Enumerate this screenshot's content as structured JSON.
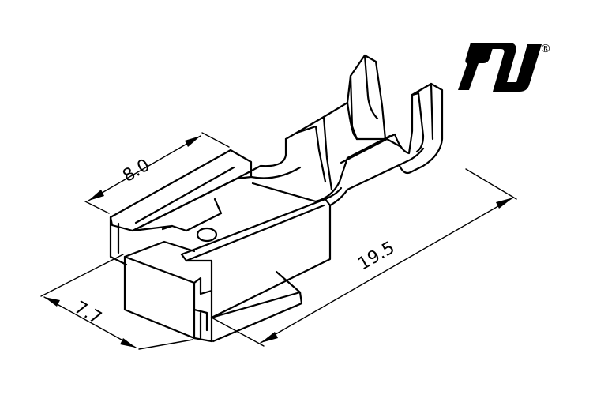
{
  "dimensions": {
    "width_label": "8.0",
    "height_label": "7.7",
    "length_label": "19.5"
  },
  "certification": {
    "mark_icon": "ul-recognized-mark-icon",
    "registered_symbol": "®"
  }
}
